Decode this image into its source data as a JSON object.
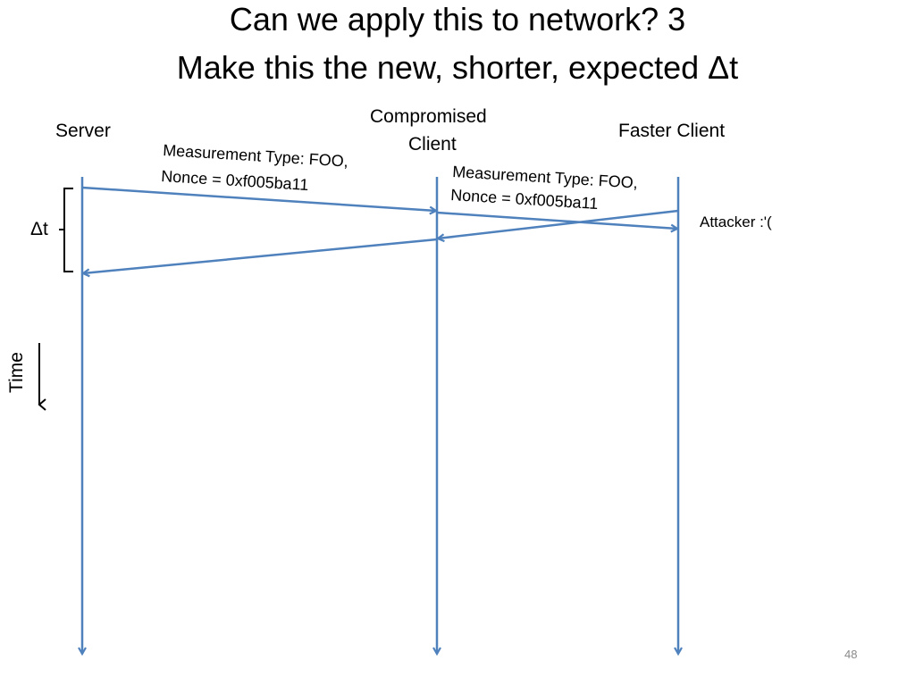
{
  "title": {
    "line1": "Can we apply this to network? 3",
    "line2": "Make this the new, shorter, expected Δt"
  },
  "participants": {
    "server": "Server",
    "compromised_client": [
      "Compromised",
      "Client"
    ],
    "faster_client": "Faster Client"
  },
  "messages": {
    "first": [
      "Measurement Type: FOO,",
      "Nonce = 0xf005ba11"
    ],
    "second": [
      "Measurement Type: FOO,",
      "Nonce = 0xf005ba11"
    ]
  },
  "attacker_label": "Attacker :'(",
  "delta_t_label": "Δt",
  "time_label": "Time",
  "page_number": "48",
  "colors": {
    "line": "#4f81bd",
    "text": "#000000"
  }
}
